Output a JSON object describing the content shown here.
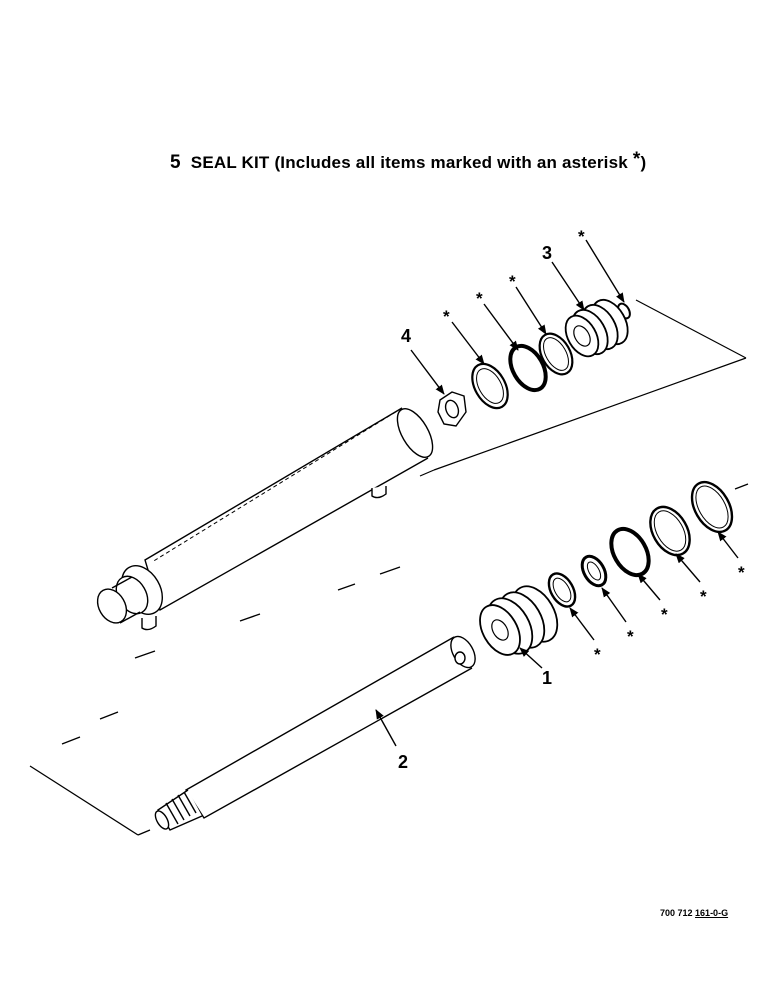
{
  "title": {
    "number": "5",
    "text": "SEAL KIT (Includes all items marked with an asterisk",
    "star": "*",
    "close": ")"
  },
  "callouts": {
    "item1": "1",
    "item2": "2",
    "item3": "3",
    "item4": "4",
    "asterisk": "*"
  },
  "drawing_code": {
    "prefix": "700 712 ",
    "suffix": "161-0-G"
  }
}
